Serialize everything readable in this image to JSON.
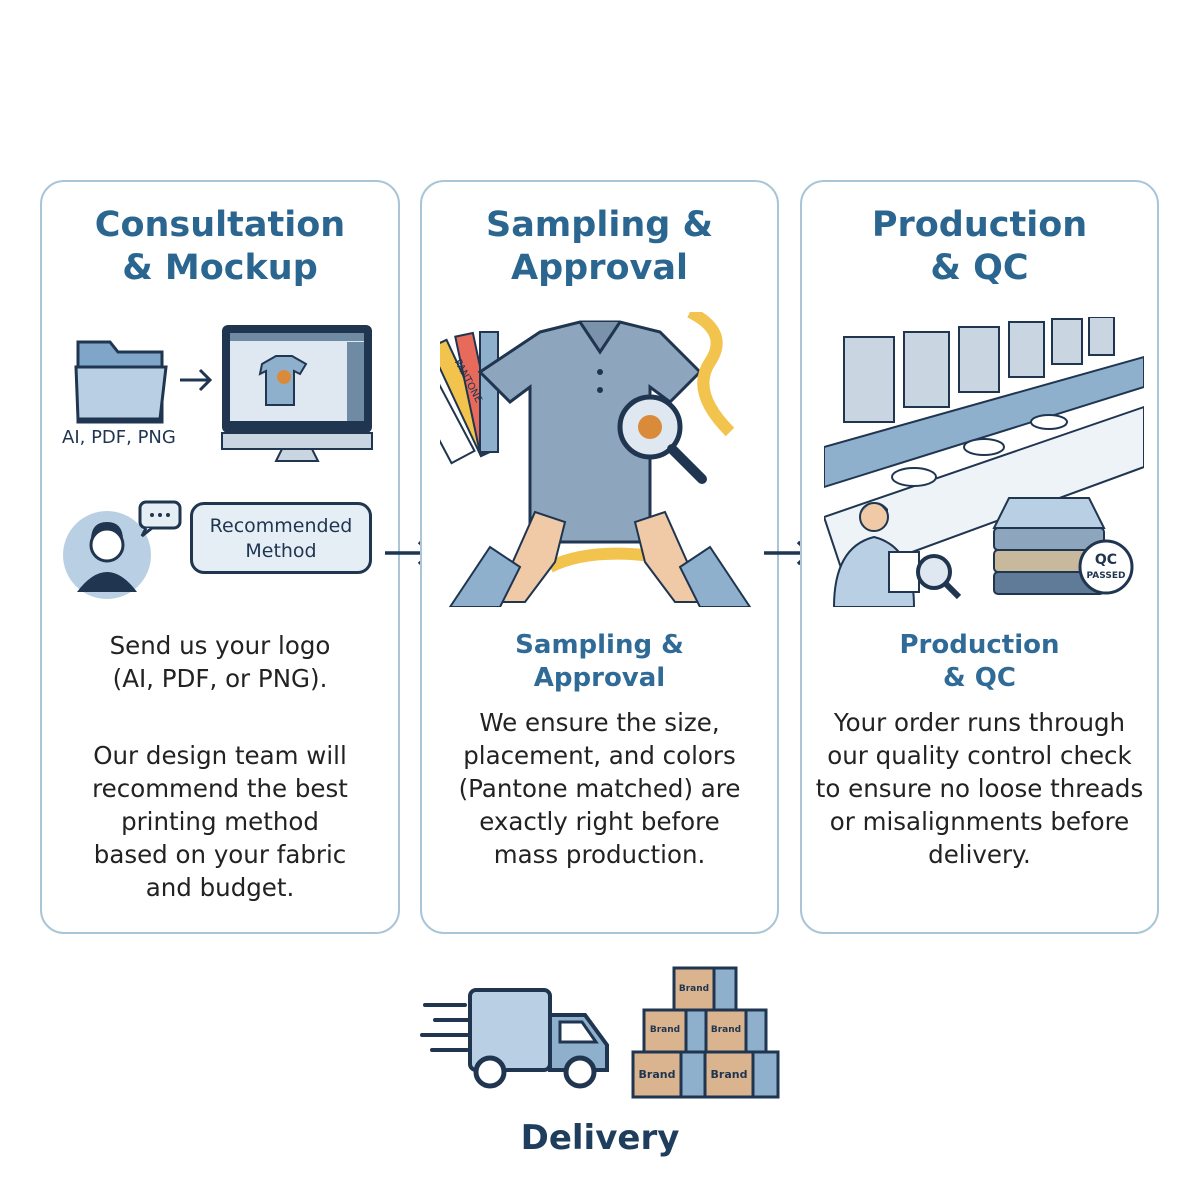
{
  "steps": [
    {
      "title_line1": "Consultation",
      "title_line2": "& Mockup",
      "file_types_label": "AI, PDF, PNG",
      "bubble_line1": "Recommended",
      "bubble_line2": "Method",
      "body_lines_a": [
        "Send us your logo",
        "(AI, PDF, or PNG)."
      ],
      "body_lines_b": [
        "Our design team will",
        "recommend the best",
        "printing method",
        "based on your fabric",
        "and budget."
      ]
    },
    {
      "title_line1": "Sampling &",
      "title_line2": "Approval",
      "swatch_label": "PANTONE",
      "subtitle_line1": "Sampling &",
      "subtitle_line2": "Approval",
      "body_lines": [
        "We ensure the size,",
        "placement, and colors",
        "(Pantone matched) are",
        "exactly right before",
        "mass production."
      ]
    },
    {
      "title_line1": "Production",
      "title_line2": "& QC",
      "stamp_line1": "QC",
      "stamp_line2": "PASSED",
      "subtitle_line1": "Production",
      "subtitle_line2": "& QC",
      "body_lines": [
        "Your order runs through",
        "our quality control check",
        "to ensure no loose threads",
        "or misalignments before",
        "delivery."
      ]
    }
  ],
  "delivery": {
    "label": "Delivery",
    "box_labels": [
      "Brand",
      "Brand",
      "Brand",
      "Brand",
      "Brand"
    ]
  },
  "colors": {
    "border": "#aac5d7",
    "title": "#2a6690",
    "dark": "#1f3550",
    "accent_blue": "#8fb0cc",
    "cardboard": "#d9b48f"
  }
}
